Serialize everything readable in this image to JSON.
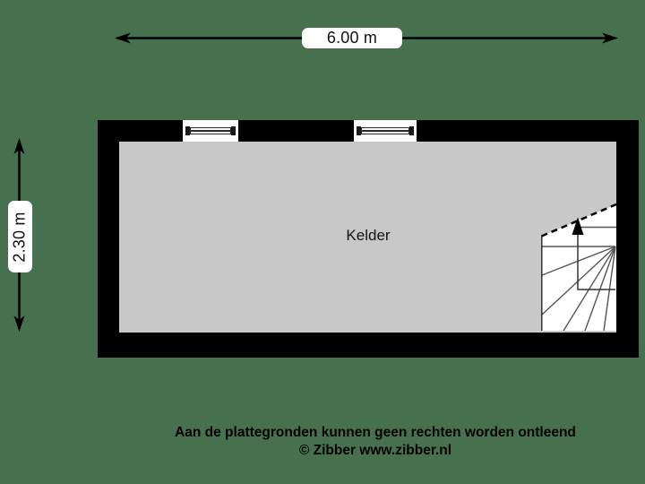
{
  "page": {
    "type": "floorplan-sheet",
    "background_color": "#47714e"
  },
  "dimensions": {
    "width_label": "6.00 m",
    "height_label": "2.30 m"
  },
  "room": {
    "label": "Kelder"
  },
  "stairs": {
    "direction_icon": "up-arrow",
    "style": "winder-stair-bottom-right"
  },
  "footer": {
    "disclaimer": "Aan de plattegronden kunnen geen rechten worden ontleend",
    "copyright": "© Zibber www.zibber.nl"
  },
  "colors": {
    "background": "#47714e",
    "wall": "#000000",
    "floor": "#c8c8c8",
    "stair_fill": "#ffffff",
    "line": "#000000",
    "tread_line": "#555555"
  }
}
